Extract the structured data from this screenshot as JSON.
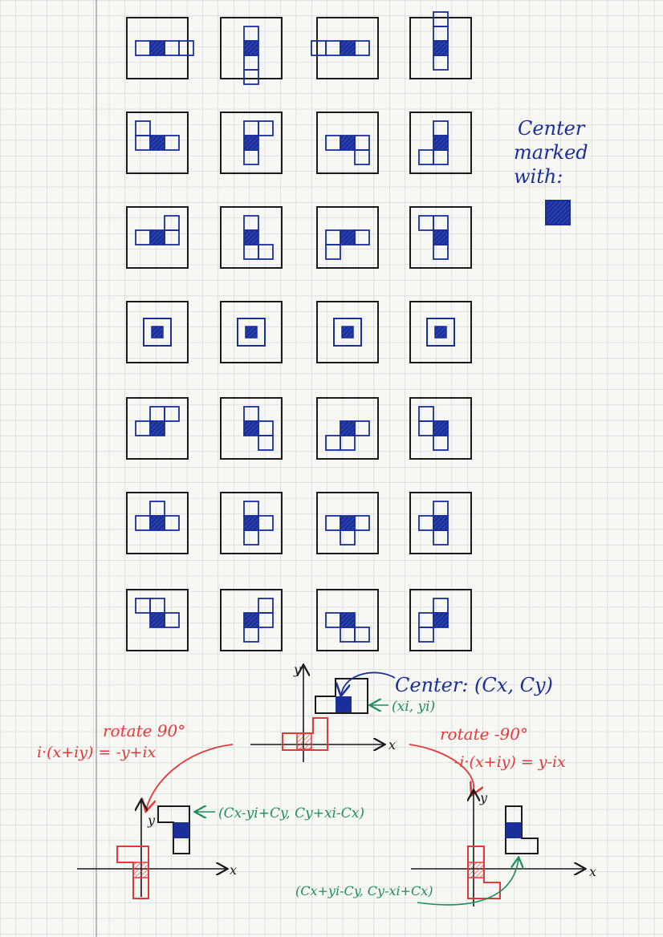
{
  "legend": {
    "line1": "Center",
    "line2": "marked",
    "line3": "with:"
  },
  "axes": {
    "x_label": "x",
    "y_label": "y"
  },
  "annotations": {
    "center_label": "Center: (Cx, Cy)",
    "point_label": "(xi, yi)",
    "rotate_left_title": "rotate 90°",
    "rotate_left_formula": "i·(x+iy) = -y+ix",
    "rotate_right_title": "rotate -90°",
    "rotate_right_formula": "-i·(x+iy) = y-ix",
    "left_result": "(Cx-yi+Cy, Cy+xi-Cx)",
    "right_result": "(Cx+yi-Cy, Cy-xi+Cx)"
  },
  "colors": {
    "box": "#1a1a1a",
    "piece": "#1a2f9a",
    "red": "#e23a3a",
    "green": "#1f8f5a",
    "grid": "#c9ccd2"
  },
  "pieces": [
    {
      "name": "I",
      "rotations": [
        "0",
        "90",
        "180",
        "270"
      ]
    },
    {
      "name": "L",
      "rotations": [
        "0",
        "90",
        "180",
        "270"
      ]
    },
    {
      "name": "J",
      "rotations": [
        "0",
        "90",
        "180",
        "270"
      ]
    },
    {
      "name": "O",
      "rotations": [
        "0",
        "90",
        "180",
        "270"
      ]
    },
    {
      "name": "S",
      "rotations": [
        "0",
        "90",
        "180",
        "270"
      ]
    },
    {
      "name": "T",
      "rotations": [
        "0",
        "90",
        "180",
        "270"
      ]
    },
    {
      "name": "Z",
      "rotations": [
        "0",
        "90",
        "180",
        "270"
      ]
    }
  ]
}
